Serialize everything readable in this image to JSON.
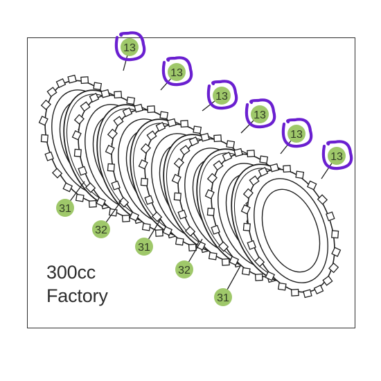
{
  "diagram": {
    "caption": {
      "line1": "300cc",
      "line2": "Factory"
    },
    "callouts": [
      {
        "label": "13",
        "circled": true
      },
      {
        "label": "13",
        "circled": true
      },
      {
        "label": "13",
        "circled": true
      },
      {
        "label": "13",
        "circled": true
      },
      {
        "label": "13",
        "circled": true
      },
      {
        "label": "13",
        "circled": true
      },
      {
        "label": "31",
        "circled": false
      },
      {
        "label": "32",
        "circled": false
      },
      {
        "label": "31",
        "circled": false
      },
      {
        "label": "32",
        "circled": false
      },
      {
        "label": "31",
        "circled": false
      }
    ],
    "colors": {
      "callout_fill": "#9fc86a",
      "callout_text": "#2f3a23",
      "annotation": "#6a1fd0",
      "line": "#1e1e1e",
      "frame": "#2b2b2b"
    }
  }
}
